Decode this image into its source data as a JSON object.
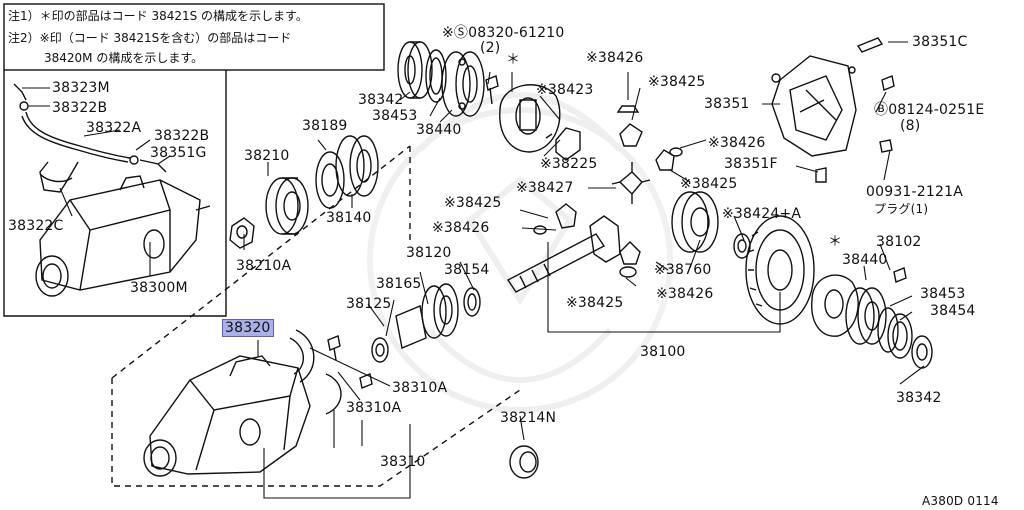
{
  "notes": {
    "note1": "注1）＊印の部品はコード 38421S の構成を示します。",
    "note2a": "注2）※印（コード 38421Sを含む）の部品はコード",
    "note2b": "38420M の構成を示します。"
  },
  "labels": {
    "p38323M": "38323M",
    "p38322B_top": "38322B",
    "p38322A": "38322A",
    "p38322B_right": "38322B",
    "p38351G": "38351G",
    "p38322C": "38322C",
    "p38300M": "38300M",
    "p38342_top": "38342",
    "p38453_top": "38453",
    "p38440_top": "38440",
    "p08320": "※Ⓢ08320-61210",
    "p08320_qty": "(2)",
    "star_mark_a": "＊",
    "p38423": "※38423",
    "p38225": "※38225",
    "p38426_top": "※38426",
    "p38425_top": "※38425",
    "p38426_mid": "※38426",
    "p38425_mid": "※38425",
    "p38427": "※38427",
    "p38351C": "38351C",
    "p38351": "38351",
    "p08124": "Ⓑ08124-0251E",
    "p08124_qty": "(8)",
    "p38351F": "38351F",
    "p00931": "00931-2121A",
    "p00931_sub": "プラグ(1)",
    "p38189": "38189",
    "p38210": "38210",
    "p38140": "38140",
    "p38210A": "38210A",
    "p38425_left": "※38425",
    "p38426_left": "※38426",
    "p38120": "38120",
    "p38165": "38165",
    "p38154": "38154",
    "p38125": "38125",
    "p38424A": "※38424+A",
    "p38760": "※38760",
    "p38425_low": "※38425",
    "p38426_low": "※38426",
    "star_mark_b": "＊",
    "p38102": "38102",
    "p38440_right": "38440",
    "p38453_right": "38453",
    "p38454": "38454",
    "p38100": "38100",
    "p38342_right": "38342",
    "p38320": "38320",
    "p38310A_a": "38310A",
    "p38310A_b": "38310A",
    "p38310": "38310",
    "p38214N": "38214N",
    "diagram_code": "A380D 0114"
  },
  "colors": {
    "line": "#111111",
    "highlight": "#aab0e6",
    "highlight_border": "#5c63b8"
  }
}
